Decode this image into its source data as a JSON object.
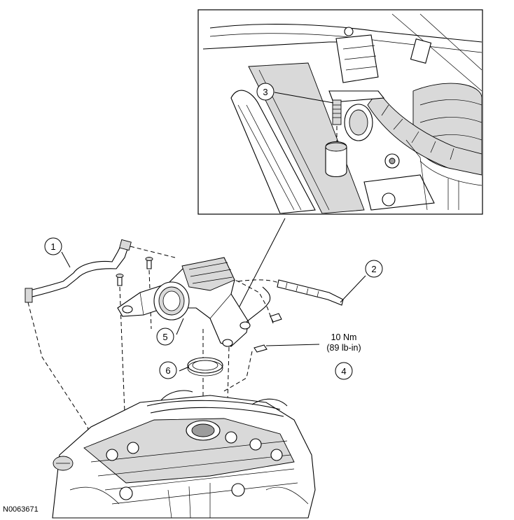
{
  "figure_id": "N0063671",
  "callouts": [
    {
      "id": "1",
      "label": "1"
    },
    {
      "id": "2",
      "label": "2"
    },
    {
      "id": "3",
      "label": "3"
    },
    {
      "id": "4",
      "label": "4"
    },
    {
      "id": "5",
      "label": "5"
    },
    {
      "id": "6",
      "label": "6"
    }
  ],
  "torque_spec": {
    "line1": "10 Nm",
    "line2": "(89 lb-in)"
  }
}
